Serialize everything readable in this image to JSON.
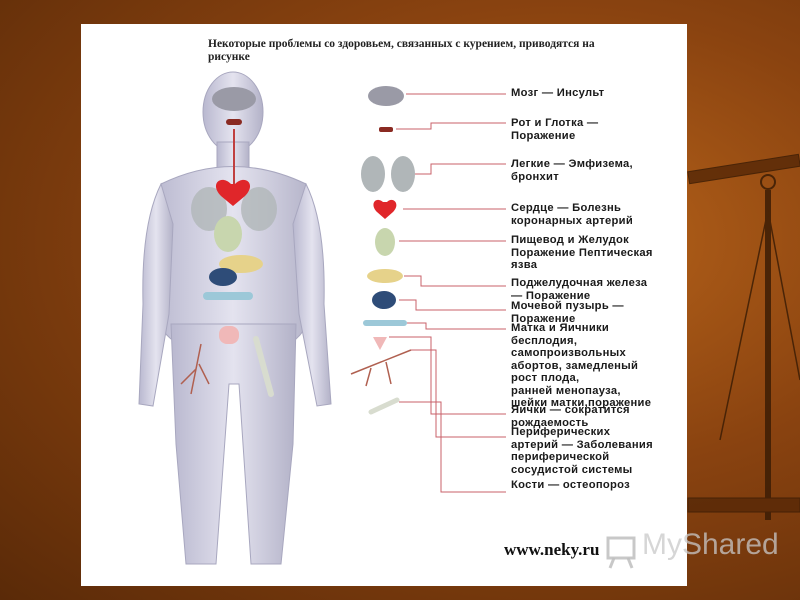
{
  "title": "Некоторые проблемы со здоровьем, связанных с курением, приводятся на рисунке",
  "labels": [
    "Мозг  —  Инсульт",
    "Рот  и  Глотка  —\nПоражение",
    "Легкие  —  Эмфизема,\nбронхит",
    "Сердце  —  Болезнь\nкоронарных  артерий",
    "Пищевод  и  Желудок\nПоражение  Пептическая\nязва",
    "Поджелудочная  железа\n—  Поражение",
    "Мочевой  пузырь  —\nПоражение",
    "Матка  и  Яичники\nбесплодия,\nсамопроизвольных\nабортов,  замедленый\nрост  плода,\nранней  менопауза,\nшейки  матки,поражение",
    "Яички  —  сократится\nрождаемость",
    "Периферических\nартерий  —  Заболевания\nпериферической\nсосудистой  системы",
    "Кости  —  остеопороз"
  ],
  "site": "www.neky.ru",
  "watermark": "MyShared",
  "colors": {
    "background": "#8a4310",
    "card": "#ffffff",
    "leader": "#c8606a",
    "heart": "#e0262a"
  }
}
